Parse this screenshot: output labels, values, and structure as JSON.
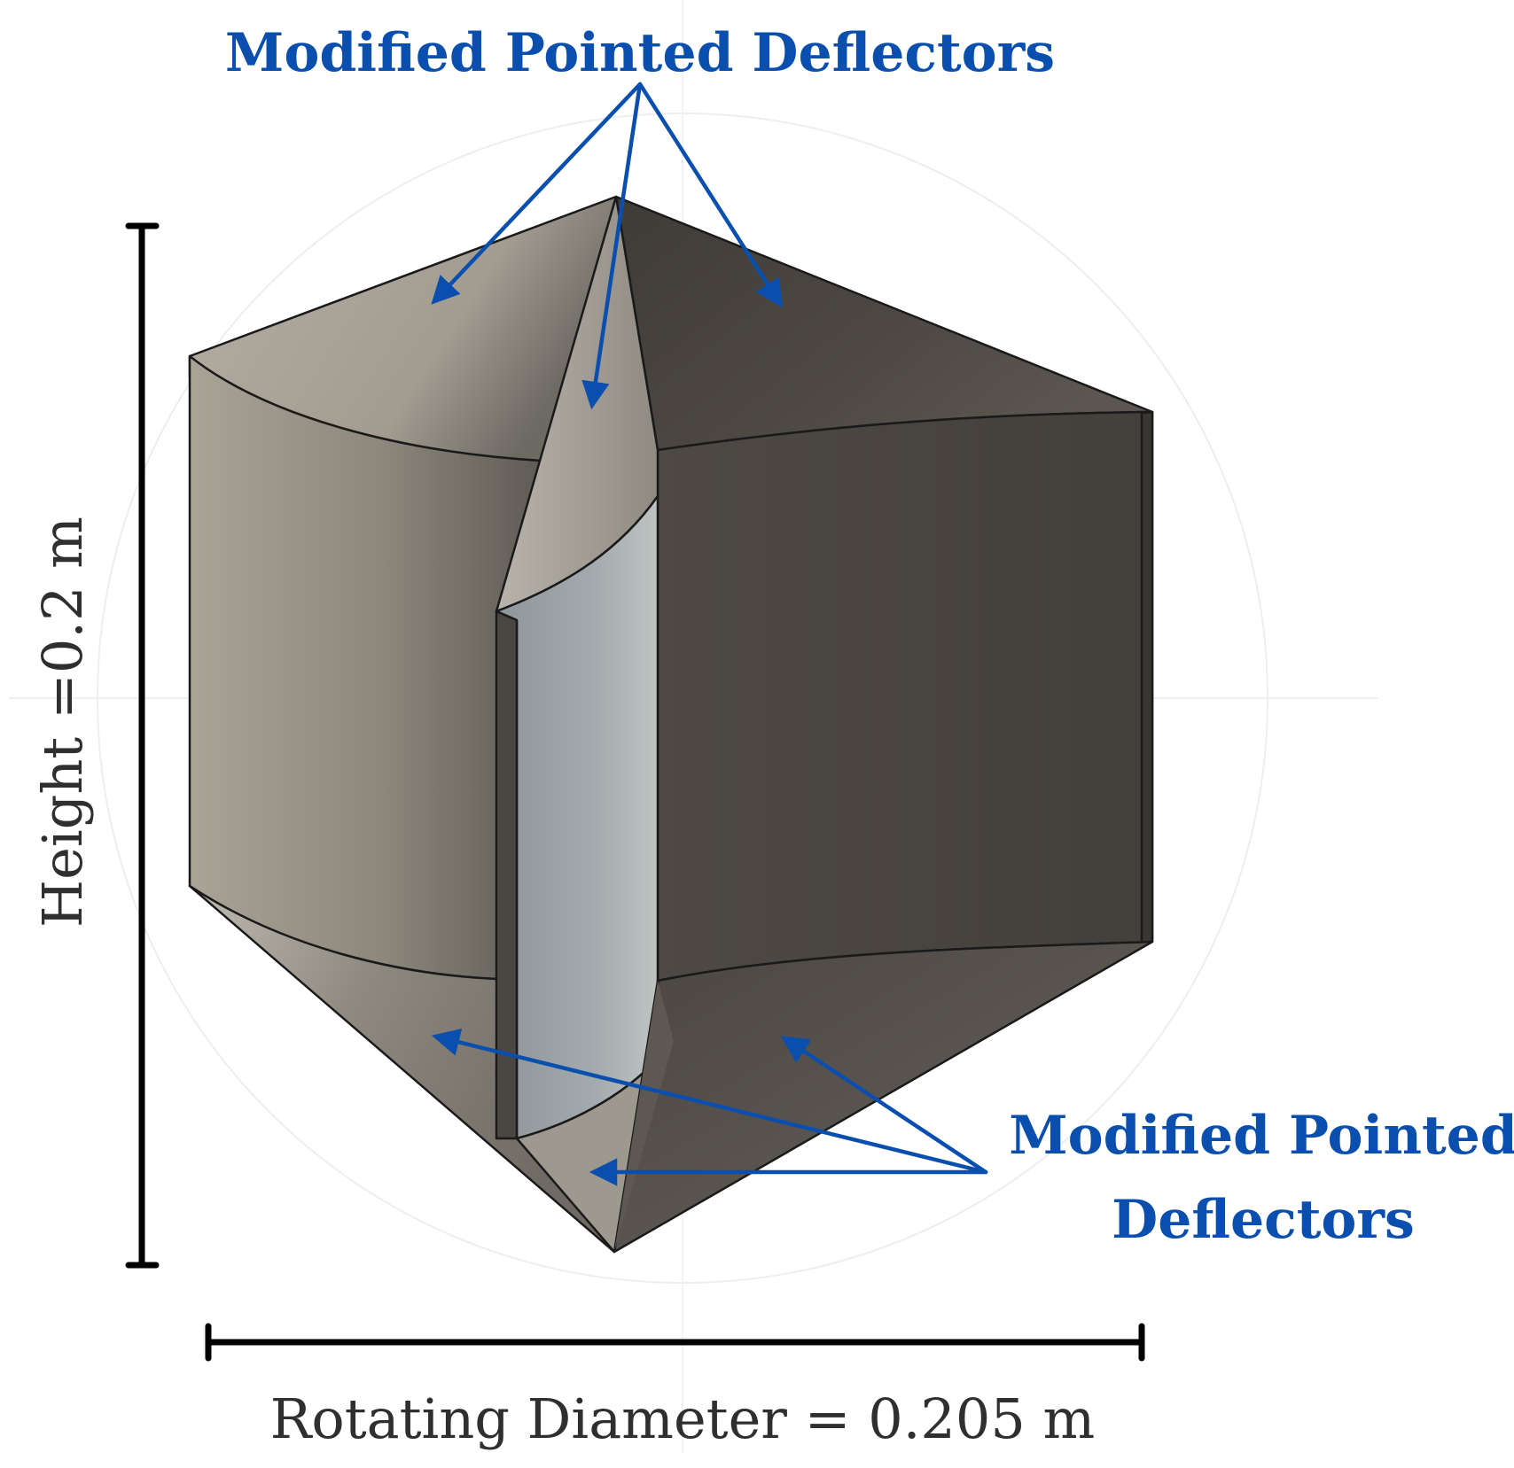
{
  "labels": {
    "top_callout": "Modified Pointed Deflectors",
    "bottom_callout_line1": "Modified Pointed",
    "bottom_callout_line2": "Deflectors",
    "height_dimension": "Height =0.2 m",
    "diameter_dimension": "Rotating Diameter = 0.205 m"
  },
  "colors": {
    "callout_text": "#0a4fae",
    "callout_arrow": "#0a4fae",
    "dimension_line": "#000000",
    "dimension_text": "#2f2f2f",
    "light_surface": "#a39d92",
    "dark_surface": "#4a4540",
    "center_blade": "#9aa2a6",
    "edge_lines": "#1a1a1a",
    "background_guides": "#eeeeee"
  }
}
